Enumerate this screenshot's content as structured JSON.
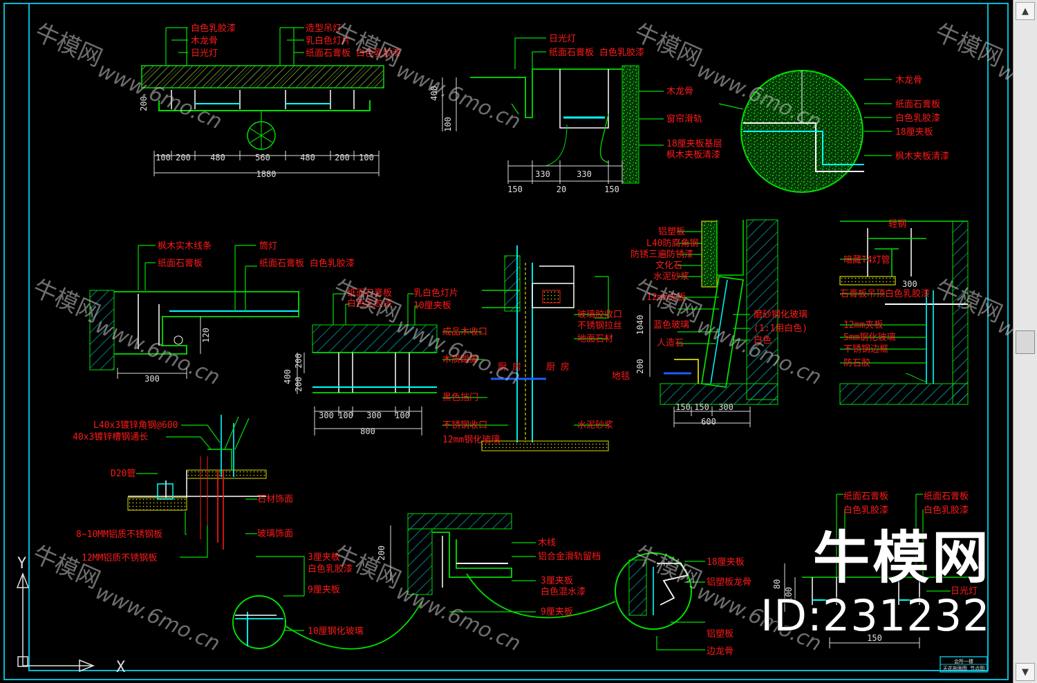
{
  "viewport": {
    "background": "#000000",
    "frame_color": "#00bcd4",
    "colors": {
      "leader": "#00e000",
      "label": "#ff1a1a",
      "dimension": "#e0e0e0",
      "structure": "#ffffff",
      "hatch": "#00b7c6",
      "accent": "#ffff00",
      "cyan": "#00ffff"
    }
  },
  "ucs": {
    "y_label": "Y",
    "x_label": "X"
  },
  "title_block": {
    "line1": "会所一楼",
    "line2": "天花剖面图 节点图"
  },
  "details": {
    "d1": {
      "labels": [
        "白色乳胶漆",
        "木龙骨",
        "日光灯",
        "造型吊灯",
        "乳白色灯片",
        "纸面石膏板 白色乳胶漆"
      ],
      "dims": [
        "100",
        "200",
        "480",
        "560",
        "480",
        "200",
        "100"
      ],
      "total": "1880",
      "vert": "200"
    },
    "d2": {
      "labels": [
        "日光灯",
        "纸面石膏板 白色乳胶漆",
        "木龙骨",
        "窗帘滑轨",
        "18厘夹板基层",
        "枫木夹板清漆"
      ],
      "dims": [
        "150",
        "20",
        "150"
      ],
      "inner": [
        "330",
        "330"
      ],
      "vert": [
        "400",
        "100"
      ]
    },
    "d3": {
      "labels": [
        "木龙骨",
        "纸面石膏板",
        "白色乳胶漆",
        "18厘夹板",
        "枫木夹板清漆"
      ]
    },
    "d4": {
      "labels": [
        "枫木实木线条",
        "纸面石膏板",
        "筒灯",
        "纸面石膏板 白色乳胶漆"
      ],
      "dims": [
        "300"
      ],
      "vert": "120"
    },
    "d5": {
      "labels": [
        "纸面石膏板",
        "白色乳胶漆",
        "乳白色灯片",
        "10厘夹板"
      ],
      "dims": [
        "300",
        "100",
        "300",
        "100"
      ],
      "total": "800",
      "vert": [
        "400",
        "200",
        "200"
      ]
    },
    "d6": {
      "labels": [
        "成品木收口",
        "木质踢脚",
        "黑色挡门",
        "不锈钢收口",
        "12mm钢化玻璃",
        "玻璃胶收口",
        "不锈钢拉丝",
        "地面石材",
        "水泥砂浆"
      ],
      "room_left": "厨 房",
      "room_right": "厨 房"
    },
    "d7": {
      "labels": [
        "铝塑板",
        "L40防腐角钢",
        "防锈三遍防锈漆",
        "文化石",
        "水泥砂浆",
        "12mm夹板",
        "蓝色玻璃",
        "人造石",
        "地毯"
      ],
      "note": [
        "磨砂钢化玻璃",
        "(1:1用白色)",
        "白色"
      ],
      "dims": [
        "150",
        "150",
        "300"
      ],
      "total": "600",
      "vert": [
        "1040",
        "200"
      ]
    },
    "d8": {
      "labels": [
        "轻钢",
        "暗藏T4灯管",
        "石膏板吊顶白色乳胶漆",
        "12mm夹板",
        "5mm钢化玻璃",
        "不锈钢边框",
        "防石胶"
      ],
      "vert": "300"
    },
    "d9": {
      "labels": [
        "L40x3镀锌角钢@600",
        "40x3镀锌槽钢通长",
        "D20管",
        "石材饰面",
        "玻璃饰面",
        "8~10MM铝质不锈钢板",
        "12MM铝质不锈钢板"
      ]
    },
    "d10": {
      "labels": [
        "3厘夹板",
        "白色乳胶漆",
        "9厘夹板",
        "10厘钢化玻璃",
        "木线",
        "铝合金滑轨留档",
        "3厘夹板",
        "白色混水漆",
        "9厘夹板"
      ],
      "vert": "200"
    },
    "d11": {
      "labels": [
        "18厘夹板",
        "铝塑板龙骨",
        "铝塑板",
        "边龙骨"
      ]
    },
    "d12": {
      "labels": [
        "纸面石膏板",
        "白色乳胶漆",
        "纸面石膏板",
        "白色乳胶漆",
        "日光灯"
      ],
      "dims": [
        "150"
      ],
      "vert": [
        "80",
        "100"
      ]
    }
  },
  "watermarks": [
    {
      "brand": "牛模网",
      "url": "www.6mo.cn"
    },
    {
      "brand": "牛模网",
      "url": "www.6mo.cn"
    },
    {
      "brand": "牛模网",
      "url": "www.6mo.cn"
    },
    {
      "brand": "牛模网",
      "url": "www.6mo.cn"
    },
    {
      "brand": "牛模网",
      "url": "www.6mo.cn"
    },
    {
      "brand": "牛模网",
      "url": "www.6mo.cn"
    },
    {
      "brand": "牛模网",
      "url": "www.6mo.cn"
    },
    {
      "brand": "牛模网",
      "url": "www.6mo.cn"
    },
    {
      "brand": "牛模网",
      "url": "www.6mo.cn"
    },
    {
      "brand": "牛模网",
      "url": "www.6mo.cn"
    },
    {
      "brand": "牛模网",
      "url": "www.6mo.cn"
    }
  ],
  "brand": {
    "name": "牛模网",
    "id": "ID:231232"
  },
  "scrollbar": {
    "up_icon": "up-arrow-icon",
    "down_icon": "down-arrow-icon"
  }
}
